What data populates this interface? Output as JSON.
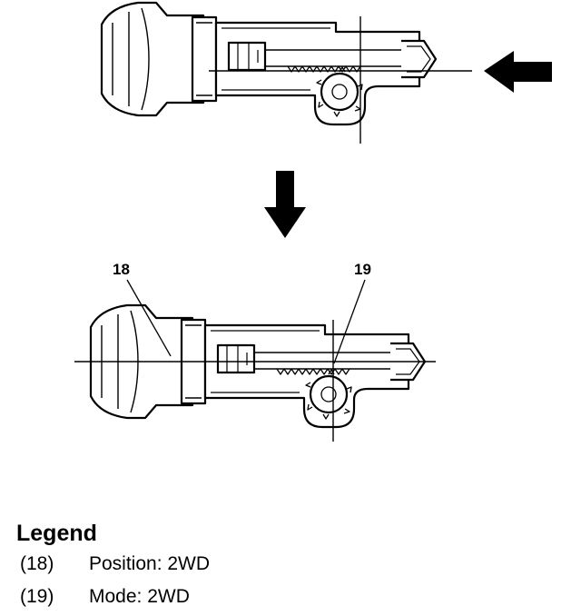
{
  "callouts": {
    "c18": "18",
    "c19": "19"
  },
  "legend": {
    "title": "Legend",
    "items": [
      {
        "num": "(18)",
        "text": "Position: 2WD"
      },
      {
        "num": "(19)",
        "text": "Mode: 2WD"
      }
    ]
  }
}
